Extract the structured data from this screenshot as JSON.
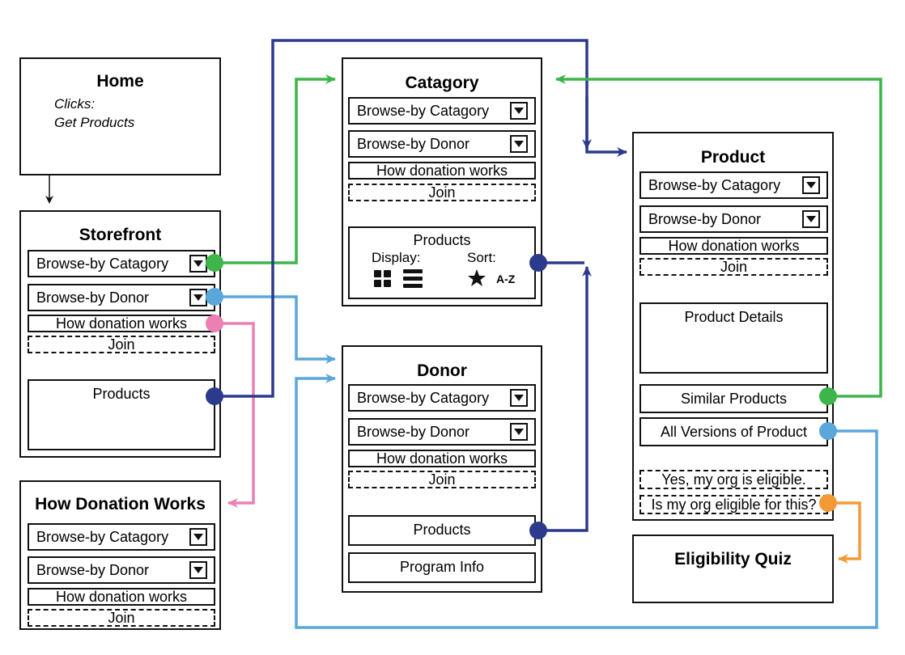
{
  "colors": {
    "green": "#3db54a",
    "lightblue": "#5aa7db",
    "pink": "#ec7fb4",
    "navy": "#2b3a8c",
    "orange": "#f39a37",
    "black": "#111111"
  },
  "home": {
    "title": "Home",
    "note_line1": "Clicks:",
    "note_line2": "Get Products"
  },
  "storefront": {
    "title": "Storefront",
    "browse_category": "Browse-by Catagory",
    "browse_donor": "Browse-by Donor",
    "how_donation": "How donation works",
    "join": "Join",
    "products": "Products"
  },
  "how_donation_page": {
    "title": "How Donation Works",
    "browse_category": "Browse-by Catagory",
    "browse_donor": "Browse-by Donor",
    "how_donation": "How donation works",
    "join": "Join"
  },
  "category": {
    "title": "Catagory",
    "browse_category": "Browse-by Catagory",
    "browse_donor": "Browse-by Donor",
    "how_donation": "How donation works",
    "join": "Join",
    "products": "Products",
    "display_label": "Display:",
    "sort_label": "Sort:",
    "sort_az": "A-Z",
    "display_icons": [
      "grid-icon",
      "list-icon"
    ],
    "sort_icons": [
      "star-icon"
    ]
  },
  "donor": {
    "title": "Donor",
    "browse_category": "Browse-by Catagory",
    "browse_donor": "Browse-by Donor",
    "how_donation": "How donation works",
    "join": "Join",
    "products": "Products",
    "program_info": "Program Info"
  },
  "product": {
    "title": "Product",
    "browse_category": "Browse-by Catagory",
    "browse_donor": "Browse-by Donor",
    "how_donation": "How donation works",
    "join": "Join",
    "product_details": "Product Details",
    "similar_products": "Similar Products",
    "all_versions": "All Versions of Product",
    "eligible_yes": "Yes, my org is eligible.",
    "eligible_question": "Is my org eligible for this?"
  },
  "eligibility_quiz": {
    "title": "Eligibility Quiz"
  }
}
